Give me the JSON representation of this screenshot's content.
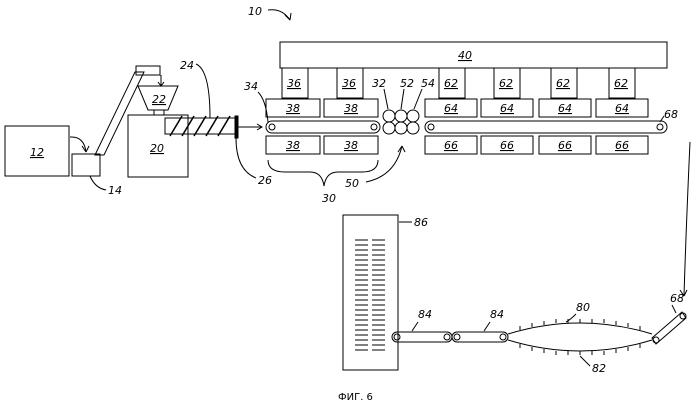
{
  "figure": {
    "caption": "ФИГ. 6",
    "main_ref": "10"
  },
  "labels": {
    "l12": "12",
    "l14": "14",
    "l20": "20",
    "l22": "22",
    "l24": "24",
    "l26": "26",
    "l30": "30",
    "l32": "32",
    "l34": "34",
    "l36": "36",
    "l38": "38",
    "l40": "40",
    "l50": "50",
    "l52": "52",
    "l54": "54",
    "l62": "62",
    "l64": "64",
    "l66": "66",
    "l68": "68",
    "l80": "80",
    "l82": "82",
    "l84": "84",
    "l86": "86"
  },
  "colors": {
    "line": "#000000",
    "background": "#ffffff"
  }
}
